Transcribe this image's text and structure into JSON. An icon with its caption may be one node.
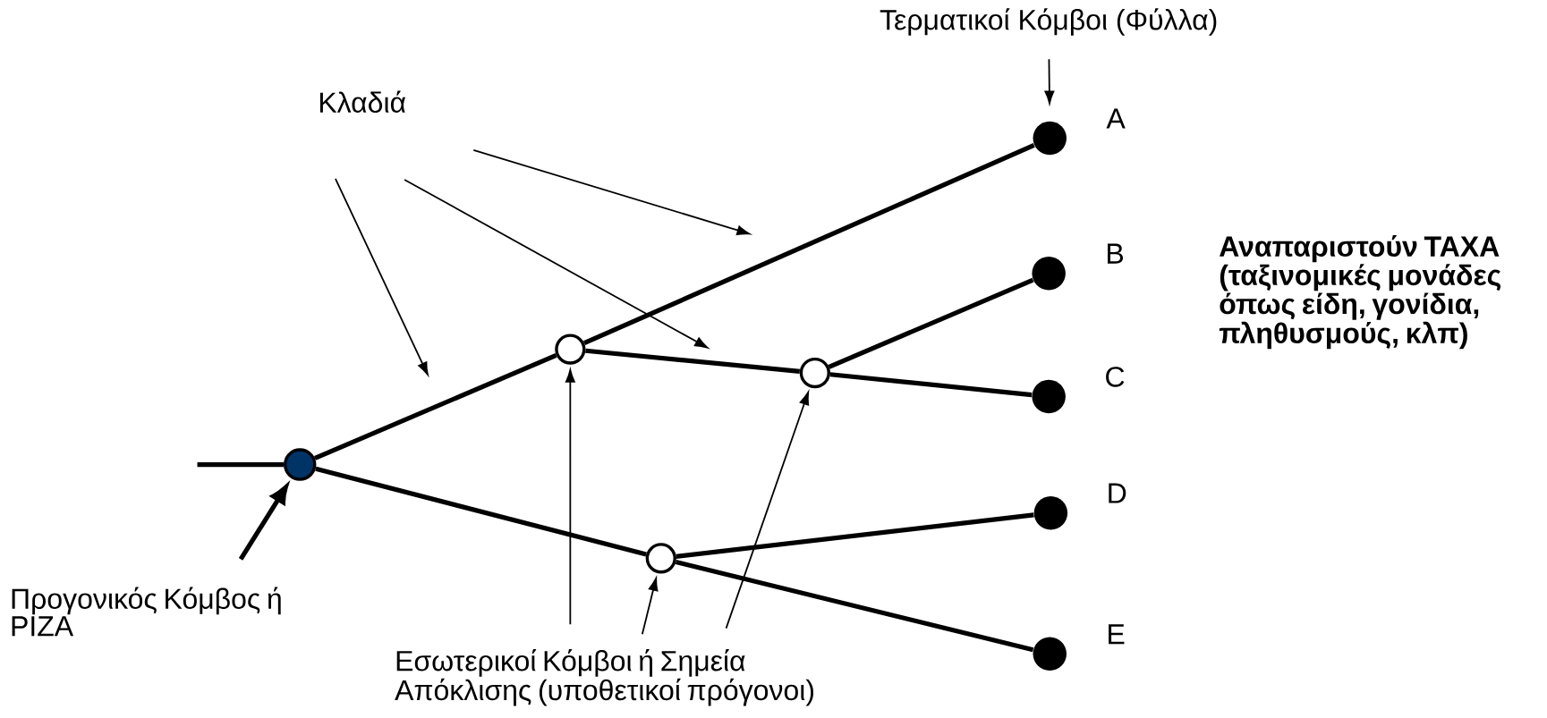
{
  "diagram": {
    "nodes": [
      {
        "text": [
          "Τερματικοί Κόμβοι (Φύλλα)"
        ]
      },
      {
        "text": [
          "Κλαδιά"
        ]
      },
      {
        "text": [],
        "shape": "circle",
        "beside": [
          "A"
        ]
      },
      {
        "text": [],
        "shape": "circle",
        "beside": [
          "B"
        ]
      },
      {
        "text": [],
        "shape": "circle"
      },
      {
        "text": [],
        "shape": "circle"
      },
      {
        "text": [],
        "shape": "circle",
        "beside": [
          "C"
        ]
      },
      {
        "text": [],
        "shape": "circle"
      },
      {
        "text": [],
        "shape": "circle",
        "beside": [
          "D"
        ]
      },
      {
        "text": [],
        "shape": "circle"
      },
      {
        "text": [],
        "shape": "circle",
        "beside": [
          "E"
        ]
      },
      {
        "text": [
          "Προγονικός Κόμβος ή ΡΙΖΑ"
        ]
      },
      {
        "text": [
          "Εσωτερικοί Κόμβοι ή Σημεία Απόκλισης  (υποθετικοί πρόγονοι)"
        ]
      }
    ],
    "edges": [
      {
        "from": 0,
        "to": 2,
        "arrow": "to"
      },
      {
        "from": 1,
        "to": null,
        "arrow": "to"
      },
      {
        "from": 1,
        "to": null,
        "arrow": "to"
      },
      {
        "from": 1,
        "to": null,
        "arrow": "to"
      },
      {
        "from": null,
        "to": 7,
        "arrow": "none"
      },
      {
        "from": 7,
        "to": 4,
        "arrow": "none"
      },
      {
        "from": 4,
        "to": 2,
        "arrow": "none"
      },
      {
        "from": 4,
        "to": 5,
        "arrow": "none"
      },
      {
        "from": 5,
        "to": 3,
        "arrow": "none"
      },
      {
        "from": 5,
        "to": 6,
        "arrow": "none"
      },
      {
        "from": 7,
        "to": 9,
        "arrow": "none"
      },
      {
        "from": 9,
        "to": 8,
        "arrow": "none"
      },
      {
        "from": 9,
        "to": 10,
        "arrow": "none"
      },
      {
        "from": 11,
        "to": 7,
        "arrow": "to"
      },
      {
        "from": 12,
        "to": 4,
        "arrow": "to"
      },
      {
        "from": 12,
        "to": 9,
        "arrow": "to"
      },
      {
        "from": 12,
        "to": 5,
        "arrow": "to"
      }
    ],
    "labels": [
      "Αναπαριστούν ΤΑΧΑ (ταξινομικές μονάδες όπως είδη, γονίδια, πληθυσμούς, κλπ)"
    ]
  }
}
